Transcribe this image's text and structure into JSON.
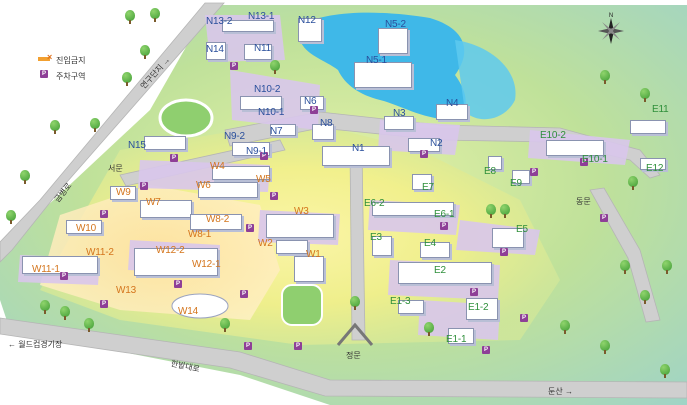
{
  "legend": {
    "no_entry": "진입금지",
    "parking": "주차구역",
    "parking_symbol": "P"
  },
  "compass": {
    "north": "N"
  },
  "roads": {
    "yeongu": "연구단지 →",
    "geumbyeong": "금병로",
    "worldcup": "← 월드컵경기장",
    "hanbat": "한밭대로",
    "dunsan": "둔산 →"
  },
  "gates": {
    "west": "서문",
    "east": "동문",
    "main": "정문"
  },
  "buildings": {
    "north": [
      "N13-2",
      "N13-1",
      "N12",
      "N5-2",
      "N14",
      "N11",
      "N5-1",
      "N10-2",
      "N10-1",
      "N6",
      "N4",
      "N7",
      "N9-2",
      "N3",
      "N8",
      "N15",
      "N9-1",
      "N1",
      "N2"
    ],
    "west": [
      "W4",
      "W5",
      "W6",
      "W9",
      "W7",
      "W8-2",
      "W8-1",
      "W10",
      "W3",
      "W2",
      "W11-2",
      "W12-2",
      "W1",
      "W11-1",
      "W12-1",
      "W13",
      "W14"
    ],
    "east": [
      "E11",
      "E10-2",
      "E10-1",
      "E12",
      "E8",
      "E9",
      "E7",
      "E6-2",
      "E6-1",
      "E5",
      "E3",
      "E4",
      "E2",
      "E1-3",
      "E1-2",
      "E1-1"
    ]
  },
  "colors": {
    "north_label": "#2a4f9c",
    "west_label": "#d4751c",
    "east_label": "#2e8f3a",
    "parking": "#8e3f97",
    "lake": "#3fb8e8",
    "road": "#c9c9c9"
  }
}
